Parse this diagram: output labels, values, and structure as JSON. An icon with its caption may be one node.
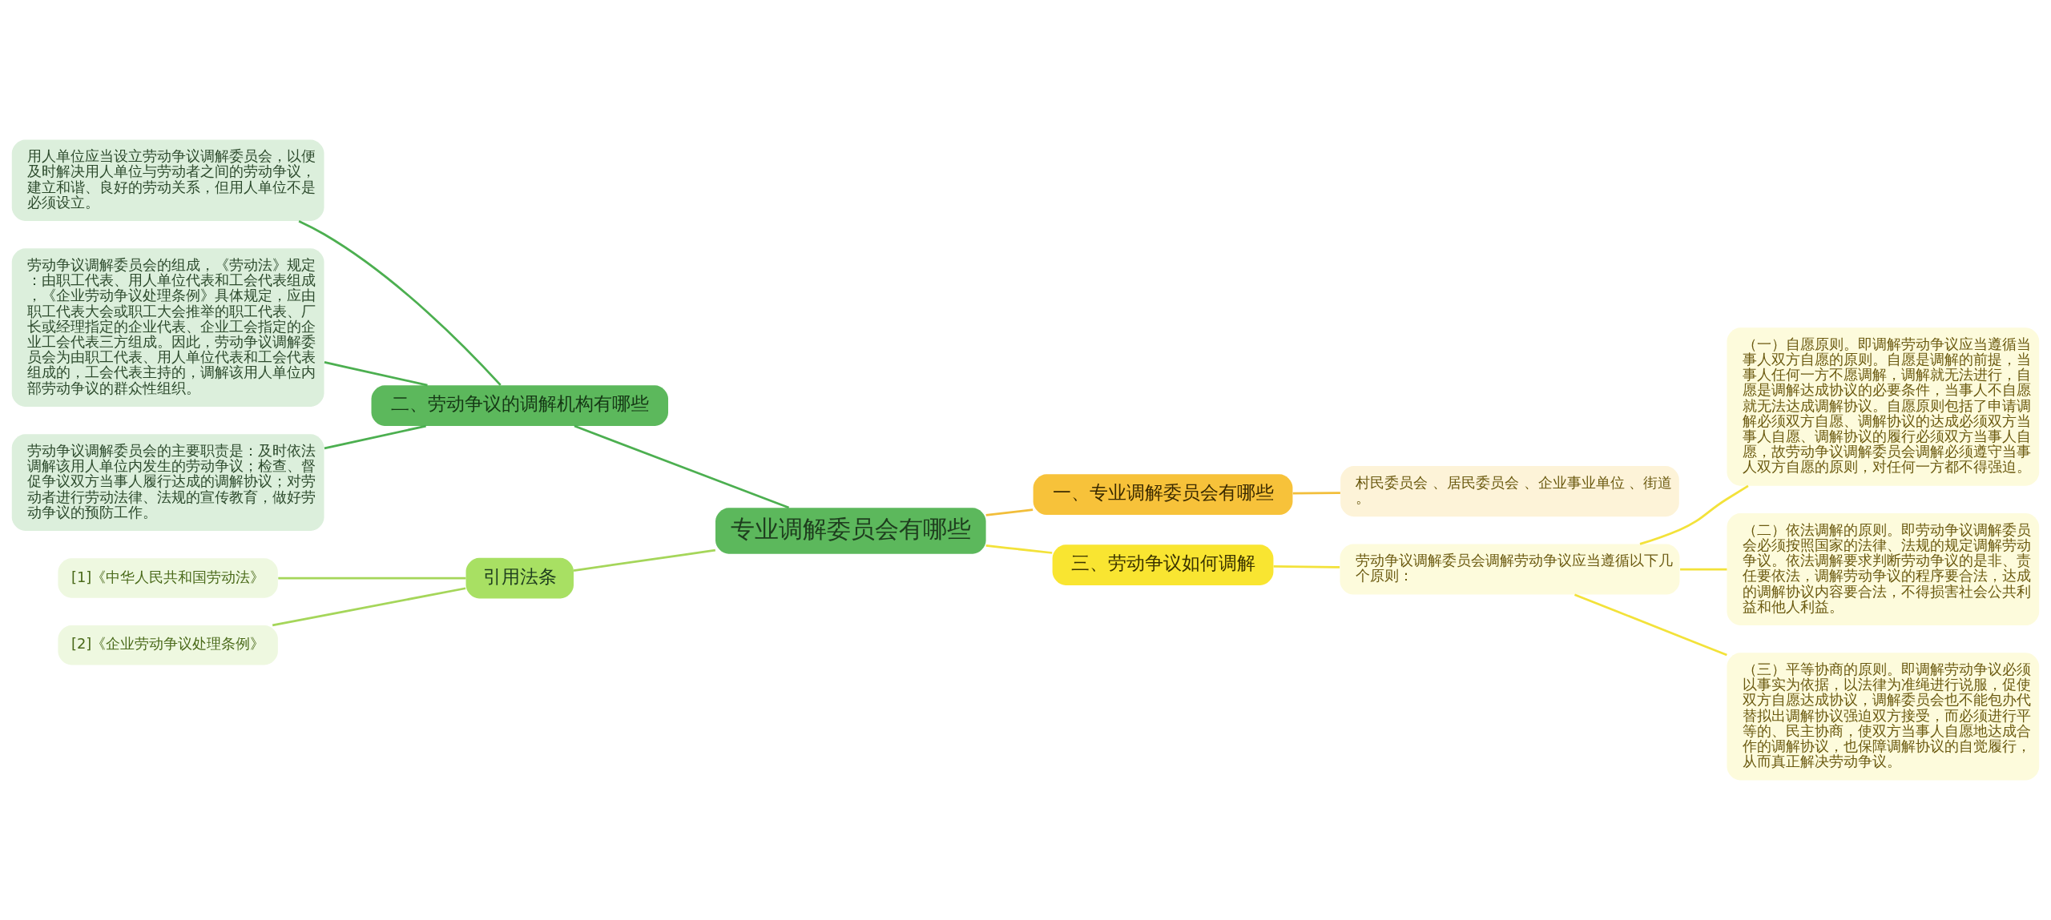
{
  "diagram": {
    "nodes": [
      {
        "text": [
          "专业调解委员会有哪些"
        ]
      },
      {
        "text": [
          "一、专业调解委员会有哪些"
        ]
      },
      {
        "text": [
          "村民委员会 、居民委员会 、企业事业单位 、街道。"
        ]
      },
      {
        "text": [
          "二、劳动争议的调解机构有哪些"
        ]
      },
      {
        "text": [
          "用人单位应当设立劳动争议调解委员会，以便及时解决用人单位与劳动者之间的劳动争议，建立和谐、良好的劳动关系，但用人单位不是必须设立。"
        ]
      },
      {
        "text": [
          "劳动争议调解委员会的组成，《劳动法》规定：由职工代表、用人单位代表和工会代表组成，《企业劳动争议处理条例》具体规定，应由职工代表大会或职工大会推举的职工代表、厂长或经理指定的企业代表、企业工会指定的企业工会代表三方组成。因此，劳动争议调解委员会为由职工代表、用人单位代表和工会代表组成的，工会代表主持的，调解该用人单位内部劳动争议的群众性组织。"
        ]
      },
      {
        "text": [
          "劳动争议调解委员会的主要职责是：及时依法调解该用人单位内发生的劳动争议；检查、督促争议双方当事人履行达成的调解协议；对劳动者进行劳动法律、法规的宣传教育，做好劳动争议的预防工作。"
        ]
      },
      {
        "text": [
          "三、劳动争议如何调解"
        ]
      },
      {
        "text": [
          "劳动争议调解委员会调解劳动争议应当遵循以下几个原则："
        ]
      },
      {
        "text": [
          "（一）自愿原则。即调解劳动争议应当遵循当事人双方自愿的原则。自愿是调解的前提，当事人任何一方不愿调解，调解就无法进行，自愿是调解达成协议的必要条件，当事人不自愿就无法达成调解协议。自愿原则包括了申请调解必须双方自愿、调解协议的达成必须双方当事人自愿、调解协议的履行必须双方当事人自愿，故劳动争议调解委员会调解必须遵守当事人双方自愿的原则，对任何一方都不得强迫。"
        ]
      },
      {
        "text": [
          "（二）依法调解的原则。即劳动争议调解委员会必须按照国家的法律、法规的规定调解劳动争议。依法调解要求判断劳动争议的是非、责任要依法，调解劳动争议的程序要合法，达成的调解协议内容要合法，不得损害社会公共利益和他人利益。"
        ]
      },
      {
        "text": [
          "（三）平等协商的原则。即调解劳动争议必须以事实为依据，以法律为准绳进行说服，促使双方自愿达成协议，调解委员会也不能包办代替拟出调解协议强迫双方接受，而必须进行平等的、民主协商，使双方当事人自愿地达成合作的调解协议，也保障调解协议的自觉履行，从而真正解决劳动争议。"
        ]
      },
      {
        "text": [
          "引用法条"
        ]
      },
      {
        "text": [
          "[1]《中华人民共和国劳动法》"
        ]
      },
      {
        "text": [
          "[2]《企业劳动争议处理条例》"
        ]
      }
    ],
    "edges": [
      {
        "from": 0,
        "to": 1,
        "arrow": "none",
        "color": "#f2be3a"
      },
      {
        "from": 1,
        "to": 2,
        "arrow": "none",
        "color": "#f2be3a"
      },
      {
        "from": 0,
        "to": 3,
        "arrow": "none",
        "color": "#4caf50"
      },
      {
        "from": 3,
        "to": 4,
        "arrow": "none",
        "color": "#4caf50"
      },
      {
        "from": 3,
        "to": 5,
        "arrow": "none",
        "color": "#4caf50"
      },
      {
        "from": 3,
        "to": 6,
        "arrow": "none",
        "color": "#4caf50"
      },
      {
        "from": 0,
        "to": 7,
        "arrow": "none"
      },
      {
        "from": 7,
        "to": 8,
        "arrow": "none"
      },
      {
        "from": 8,
        "to": 9,
        "arrow": "none"
      },
      {
        "from": 8,
        "to": 10,
        "arrow": "none"
      },
      {
        "from": 8,
        "to": 11,
        "arrow": "none"
      },
      {
        "from": 0,
        "to": 12,
        "arrow": "none",
        "color": "#a5d65a"
      },
      {
        "from": 12,
        "to": 13,
        "arrow": "none",
        "color": "#a5d65a"
      },
      {
        "from": 12,
        "to": 14,
        "arrow": "none",
        "color": "#a5d65a"
      }
    ]
  }
}
